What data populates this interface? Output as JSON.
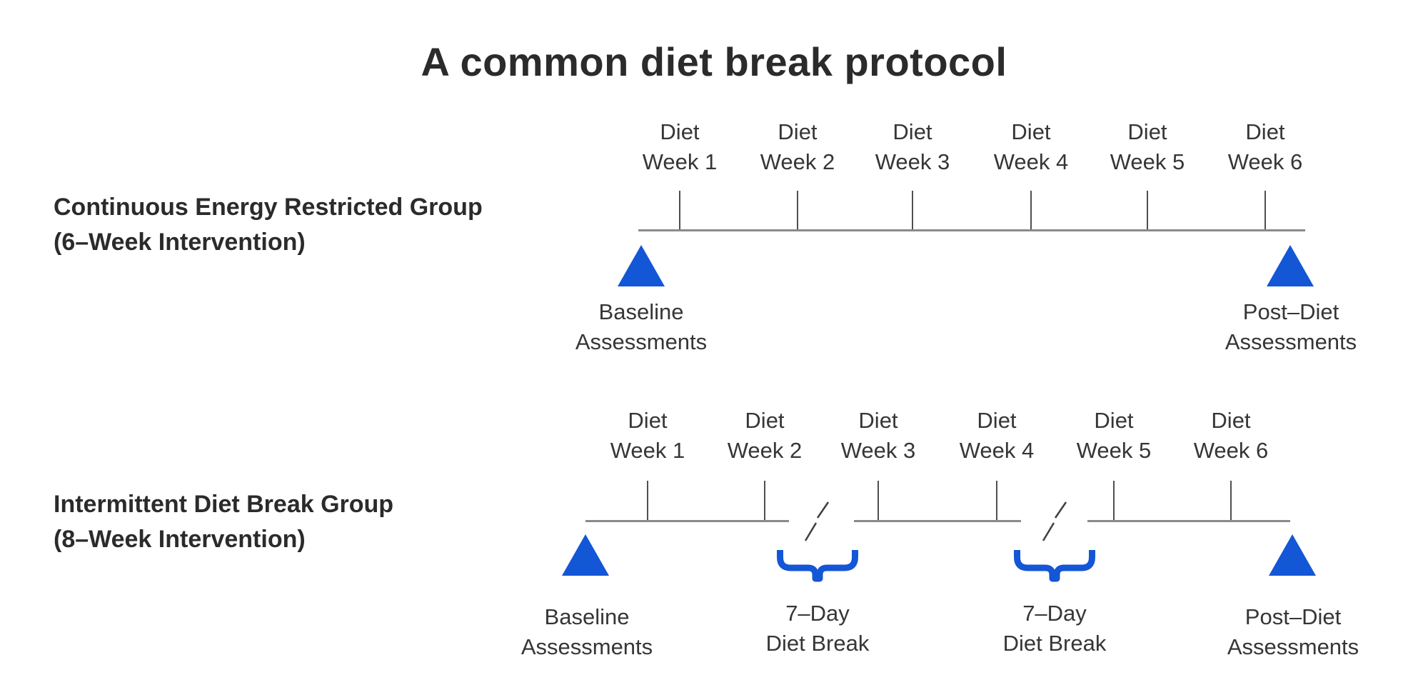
{
  "title": "A common diet break protocol",
  "colors": {
    "accent_blue": "#1356d6",
    "timeline_gray": "#8a8a8a",
    "tick_gray": "#4f4f4f",
    "slash_gray": "#3f3f3f",
    "text_dark": "#2e2e2e"
  },
  "timelines": [
    {
      "group_label": "Continuous Energy Restricted Group\n(6–Week Intervention)",
      "weeks": [
        "Diet\nWeek 1",
        "Diet\nWeek 2",
        "Diet\nWeek 3",
        "Diet\nWeek 4",
        "Diet\nWeek 5",
        "Diet\nWeek 6"
      ],
      "start_label": "Baseline\nAssessments",
      "end_label": "Post–Diet\nAssessments",
      "breaks": []
    },
    {
      "group_label": "Intermittent Diet Break Group\n(8–Week Intervention)",
      "weeks": [
        "Diet\nWeek 1",
        "Diet\nWeek 2",
        "Diet\nWeek 3",
        "Diet\nWeek 4",
        "Diet\nWeek 5",
        "Diet\nWeek 6"
      ],
      "start_label": "Baseline\nAssessments",
      "end_label": "Post–Diet\nAssessments",
      "breaks": [
        "7–Day\nDiet Break",
        "7–Day\nDiet Break"
      ]
    }
  ]
}
